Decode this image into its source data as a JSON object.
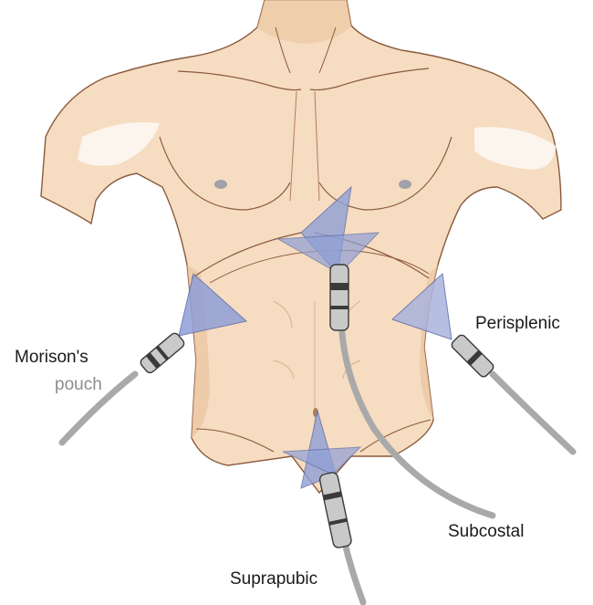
{
  "labels": {
    "morisons": "Morison's",
    "pouch": "pouch",
    "perisplenic": "Perisplenic",
    "subcostal": "Subcostal",
    "suprapubic": "Suprapubic"
  },
  "colors": {
    "skin": "#f6dcc1",
    "skin_shade": "#ecc7a3",
    "outline": "#8a5a3c",
    "beam": "#8f9fd6",
    "beam_edge": "#5d6aa8",
    "probe_body": "#c9c9c9",
    "probe_dark": "#3a3a3a",
    "cable": "#a9a9a9"
  }
}
